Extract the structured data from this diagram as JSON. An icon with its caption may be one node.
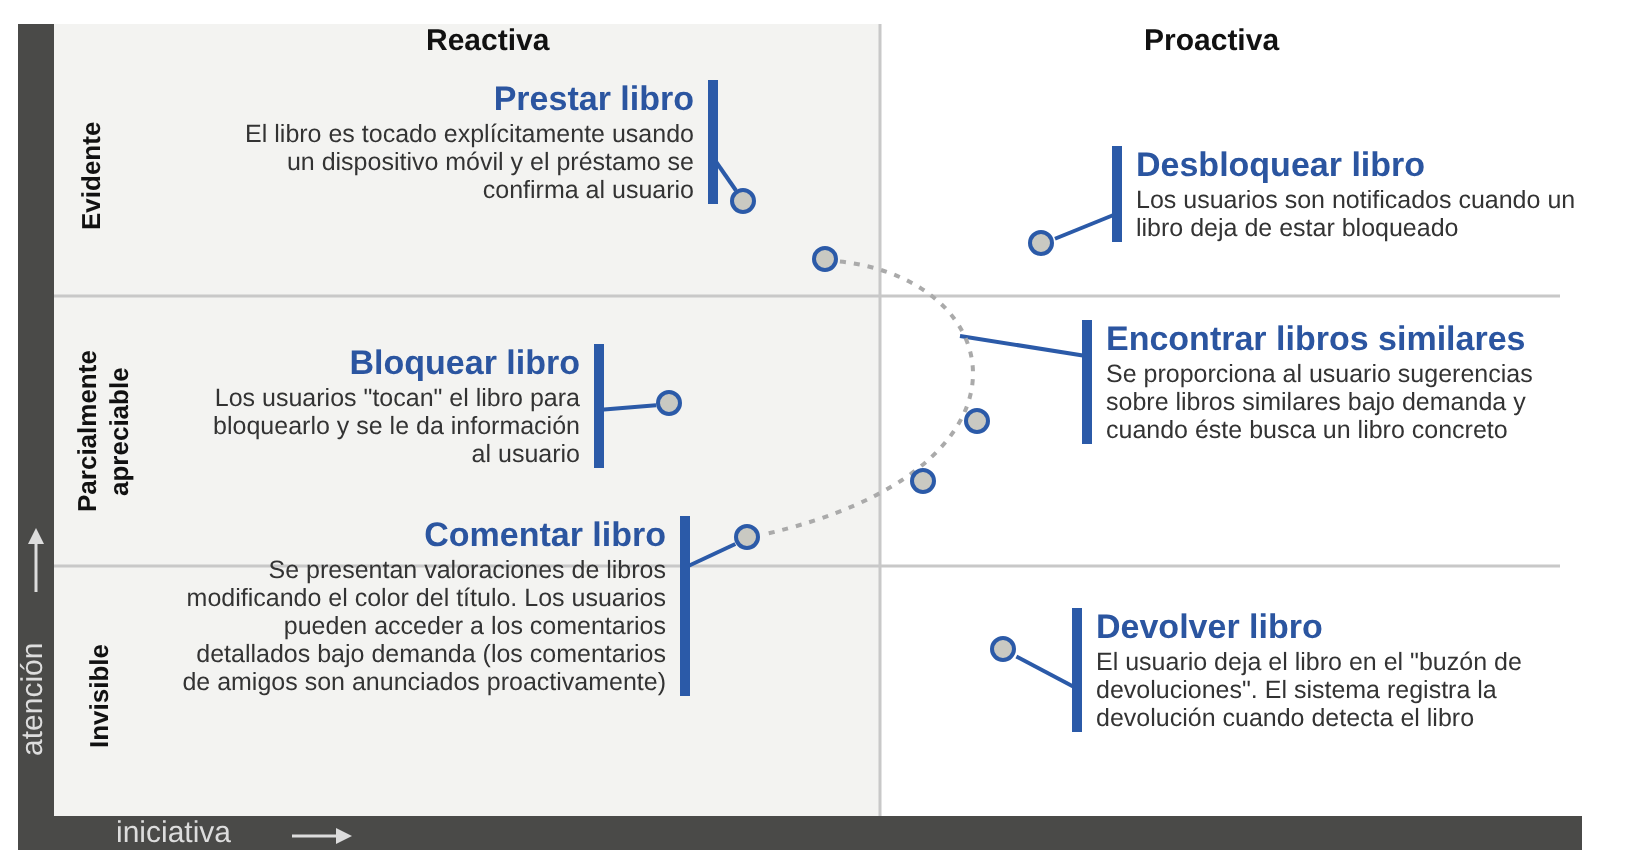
{
  "diagram": {
    "nodes": [
      {
        "text": [
          "Prestar libro",
          "El libro es tocado explícitamente usando un dispositivo móvil y el préstamo se confirma al usuario"
        ]
      },
      {
        "text": [
          "Desbloquear libro",
          "Los usuarios son notificados cuando un libro deja de estar bloqueado"
        ]
      },
      {
        "text": [
          "Encontrar libros similares",
          "Se proporciona al usuario sugerencias sobre libros similares bajo demanda y cuando éste busca un libro concreto"
        ]
      },
      {
        "text": [
          "Bloquear libro",
          "Los usuarios \"tocan\" el libro para bloquearlo y se le da información al usuario"
        ]
      },
      {
        "text": [
          "Comentar libro",
          "Se presentan valoraciones de libros modificando el color del título. Los usuarios pueden acceder a los comentarios detallados bajo demanda (los comentarios de amigos son anunciados proactivamente)"
        ]
      },
      {
        "text": [
          "Devolver libro",
          "El usuario deja el libro en el \"buzón de devoluciones\". El sistema registra la devolución cuando detecta el libro"
        ]
      },
      {
        "text": [],
        "shape": "circle"
      },
      {
        "text": [],
        "shape": "circle"
      },
      {
        "text": [],
        "shape": "circle"
      },
      {
        "text": [],
        "shape": "circle"
      },
      {
        "text": [],
        "shape": "circle"
      },
      {
        "text": [],
        "shape": "circle"
      },
      {
        "text": [],
        "shape": "circle"
      },
      {
        "text": [],
        "shape": "circle"
      }
    ],
    "edges": [
      {
        "from": 0,
        "to": 6,
        "arrow": "none"
      },
      {
        "from": 1,
        "to": 8,
        "arrow": "none"
      },
      {
        "from": 2,
        "to": null,
        "arrow": "none"
      },
      {
        "from": 3,
        "to": 9,
        "arrow": "none"
      },
      {
        "from": 4,
        "to": 12,
        "arrow": "none"
      },
      {
        "from": 5,
        "to": 13,
        "arrow": "none"
      },
      {
        "from": 7,
        "to": 12,
        "arrow": "none",
        "style": "dashed",
        "color": "#aaaaaa"
      }
    ],
    "labels": [
      "Reactiva",
      "Proactiva",
      "Evidente",
      "Parcialmente apreciable",
      "Invisible",
      "atención",
      "iniciativa"
    ]
  }
}
